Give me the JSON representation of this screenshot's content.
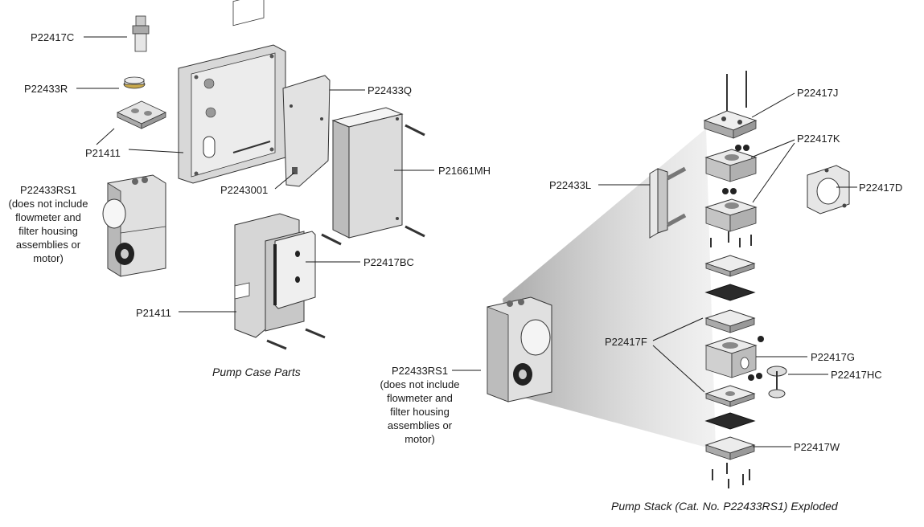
{
  "labels": {
    "p22417c": "P22417C",
    "p22433r": "P22433R",
    "p21411_top": "P21411",
    "p22433q": "P22433Q",
    "p2243001": "P2243001",
    "p21661mh": "P21661MH",
    "p22417bc": "P22417BC",
    "p21411_bottom": "P21411",
    "p22433rs1_left": "P22433RS1",
    "p22433rs1_right": "P22433RS1",
    "p22417j": "P22417J",
    "p22417k": "P22417K",
    "p22433l": "P22433L",
    "p22417d": "P22417D",
    "p22417f": "P22417F",
    "p22417g": "P22417G",
    "p22417hc": "P22417HC",
    "p22417w": "P22417W"
  },
  "notes": {
    "left_lines": [
      "(does not include",
      "flowmeter and",
      "filter housing",
      "assemblies or",
      "motor)"
    ],
    "right_lines": [
      "(does not include",
      "flowmeter and",
      "filter housing",
      "assemblies or",
      "motor)"
    ]
  },
  "captions": {
    "pump_case": "Pump Case Parts",
    "pump_stack": "Pump Stack (Cat. No. P22433RS1) Exploded"
  }
}
